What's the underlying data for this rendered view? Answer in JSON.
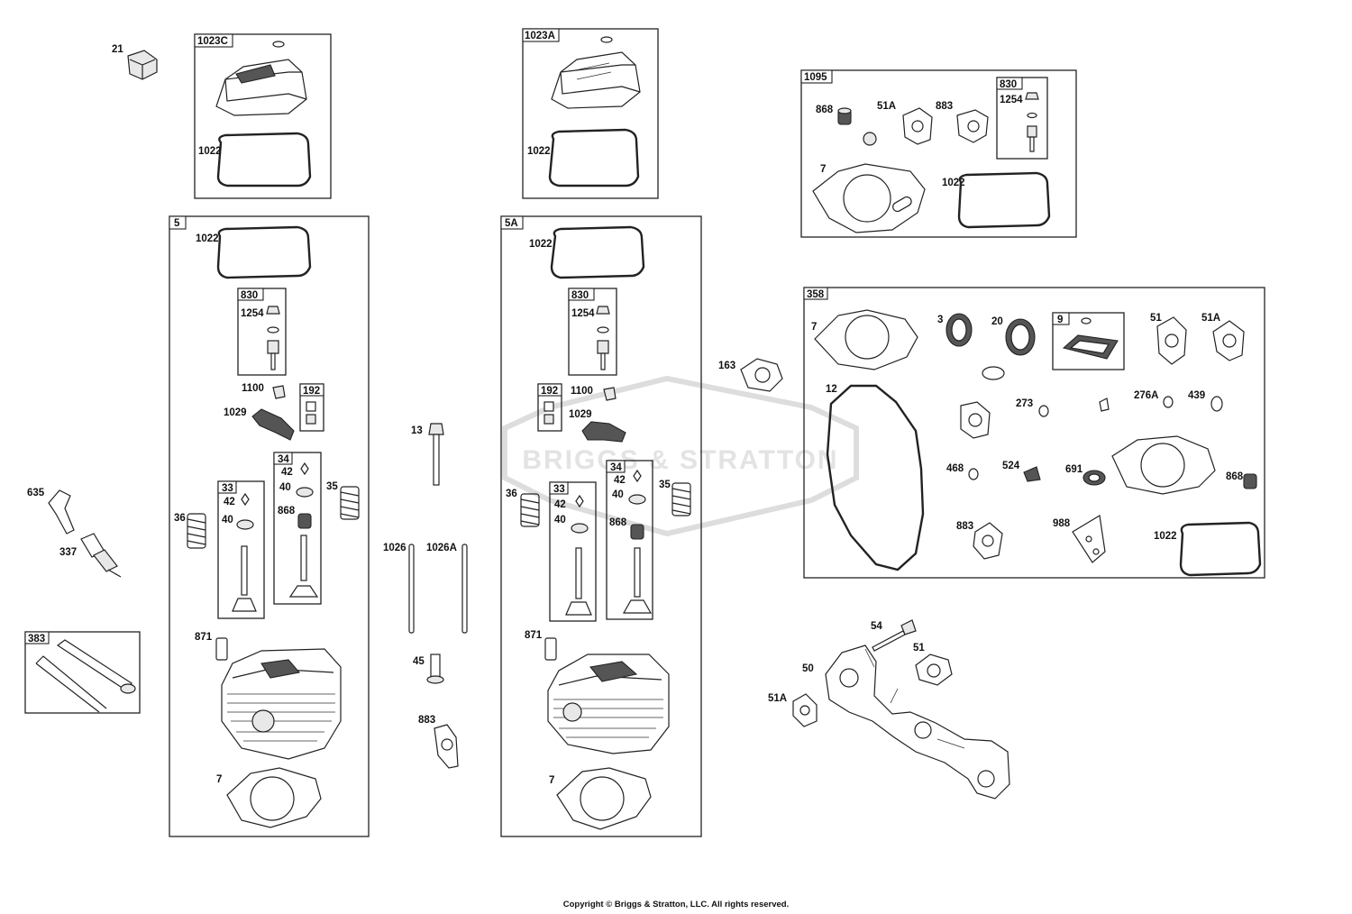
{
  "watermark": "BRIGGS & STRATTON",
  "copyright": "Copyright © Briggs & Stratton, LLC. All rights reserved.",
  "boxes": {
    "b1023c": "1023C",
    "b1023a": "1023A",
    "b1095": "1095",
    "b5": "5",
    "b5a": "5A",
    "b358": "358",
    "b383": "383",
    "b830_1095": "830",
    "b830_5": "830",
    "b830_5a": "830",
    "b192_5": "192",
    "b192_5a": "192",
    "b34_5": "34",
    "b33_5": "33",
    "b34_5a": "34",
    "b33_5a": "33",
    "b9": "9"
  },
  "labels": {
    "l21": "21",
    "l1022_c": "1022",
    "l1022_a": "1022",
    "l1022_5": "1022",
    "l1022_5a": "1022",
    "l1022_1095": "1022",
    "l1022_358": "1022",
    "l868_1095": "868",
    "l51a_1095": "51A",
    "l883_1095": "883",
    "l1254_1095": "1254",
    "l7_1095": "7",
    "l1254_5": "1254",
    "l1100_5": "1100",
    "l1029_5": "1029",
    "l42_34_5": "42",
    "l40_34_5": "40",
    "l868_5": "868",
    "l42_33_5": "42",
    "l40_33_5": "40",
    "l35_5": "35",
    "l36_5": "36",
    "l871_5": "871",
    "l7_5": "7",
    "l1254_5a": "1254",
    "l1100_5a": "1100",
    "l1029_5a": "1029",
    "l42_34_5a": "42",
    "l40_34_5a": "40",
    "l868_5a": "868",
    "l42_33_5a": "42",
    "l40_33_5a": "40",
    "l35_5a": "35",
    "l36_5a": "36",
    "l871_5a": "871",
    "l7_5a": "7",
    "l13": "13",
    "l1026": "1026",
    "l1026a": "1026A",
    "l45": "45",
    "l883_mid": "883",
    "l635": "635",
    "l337": "337",
    "l163": "163",
    "l7_358": "7",
    "l3": "3",
    "l20": "20",
    "l51_358": "51",
    "l51a_358": "51A",
    "l12": "12",
    "l273": "273",
    "l276a": "276A",
    "l439": "439",
    "l468": "468",
    "l524": "524",
    "l691": "691",
    "l868_358": "868",
    "l883_358": "883",
    "l988": "988",
    "l54": "54",
    "l51_bot": "51",
    "l50": "50",
    "l51a_bot": "51A"
  }
}
